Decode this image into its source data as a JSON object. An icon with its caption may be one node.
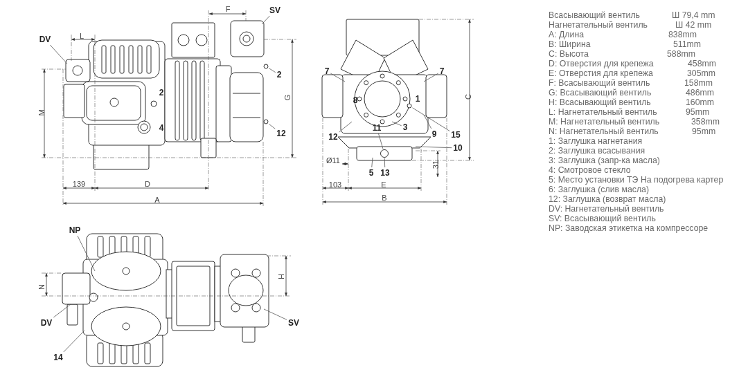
{
  "diagram": {
    "nodes": [
      {
        "text": [
          "DV"
        ]
      },
      {
        "text": [
          "SV"
        ]
      },
      {
        "text": [
          "2"
        ]
      },
      {
        "text": [
          "12"
        ]
      },
      {
        "text": [
          "7"
        ]
      },
      {
        "text": [
          "7"
        ]
      },
      {
        "text": [
          "12"
        ]
      },
      {
        "text": [
          "11"
        ]
      },
      {
        "text": [
          "3"
        ]
      },
      {
        "text": [
          "9"
        ]
      },
      {
        "text": [
          "15"
        ]
      },
      {
        "text": [
          "10"
        ]
      },
      {
        "text": [
          "5"
        ]
      },
      {
        "text": [
          "13"
        ]
      },
      {
        "text": [
          "NP"
        ]
      },
      {
        "text": [
          "DV"
        ]
      },
      {
        "text": [
          "14"
        ]
      },
      {
        "text": [
          "SV"
        ]
      },
      {
        "text": [],
        "shape": "circle"
      },
      {
        "text": [],
        "shape": "circle"
      },
      {
        "text": [],
        "shape": "circle"
      },
      {
        "text": [],
        "shape": "circle"
      }
    ],
    "edges": [
      {
        "from": 0,
        "to": null,
        "arrow": "none"
      },
      {
        "from": 1,
        "to": null,
        "arrow": "none"
      },
      {
        "from": 2,
        "to": 19,
        "arrow": "none"
      },
      {
        "from": 3,
        "to": 20,
        "arrow": "none"
      },
      {
        "from": 4,
        "to": null,
        "arrow": "none"
      },
      {
        "from": 5,
        "to": null,
        "arrow": "none"
      },
      {
        "from": 6,
        "to": null,
        "arrow": "none"
      },
      {
        "from": 7,
        "to": 18,
        "arrow": "none"
      },
      {
        "from": 8,
        "to": null,
        "arrow": "none"
      },
      {
        "from": 9,
        "to": null,
        "arrow": "none"
      },
      {
        "from": 10,
        "to": 21,
        "arrow": "none"
      },
      {
        "from": 11,
        "to": null,
        "arrow": "none"
      },
      {
        "from": 12,
        "to": null,
        "arrow": "none"
      },
      {
        "from": 13,
        "to": 18,
        "arrow": "none"
      },
      {
        "from": 14,
        "to": null,
        "arrow": "none"
      },
      {
        "from": 15,
        "to": null,
        "arrow": "none"
      },
      {
        "from": 16,
        "to": null,
        "arrow": "none"
      },
      {
        "from": 17,
        "to": null,
        "arrow": "none"
      }
    ],
    "labels": [
      "F",
      "L",
      "2",
      "G",
      "M",
      "4",
      "139",
      "D",
      "A",
      "8",
      "1",
      "C",
      "Ø11",
      "31",
      "103",
      "E",
      "B",
      "N",
      "H",
      "Всасывающий вентиль",
      "Ш 79,4 mm",
      "Нагнетательный вентиль",
      "Ш 42 mm",
      "A: Длина",
      "838mm",
      "B: Ширина",
      "511mm",
      "C: Высота",
      "588mm",
      "D: Отверстия для крепежа",
      "458mm",
      "E: Отверстия для крепежа",
      "305mm",
      "F: Всасывающий вентиль",
      "158mm",
      "G: Всасывающий вентиль",
      "486mm",
      "H: Всасывающий вентиль",
      "160mm",
      "L: Нагнетательный вентиль",
      "95mm",
      "M: Нагнетательный вентиль",
      "358mm",
      "N: Нагнетательный вентиль",
      "95mm",
      "1: Заглушка нагнетания",
      "2: Заглушка всасывания",
      "3: Заглушка (запр-ка масла)",
      "4: Смотровое стекло",
      "5: Место установки ТЭ На подогрева картер",
      "6: Заглушка (слив масла)",
      "12: Заглушка (возврат масла)",
      "DV: Нагнетательный вентиль",
      "SV: Всасывающий вентиль",
      "NP: Заводская этикетка на компрессоре"
    ]
  }
}
